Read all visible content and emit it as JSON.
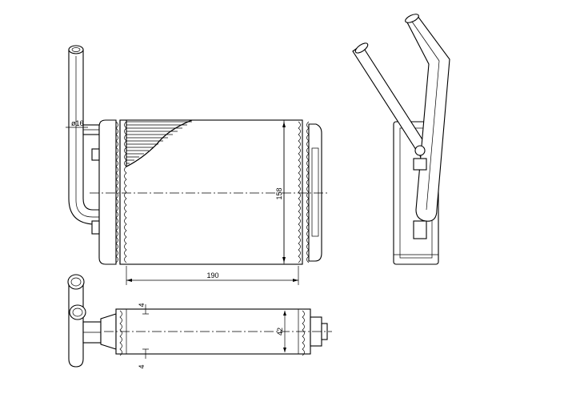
{
  "dimensions": {
    "width": "190",
    "height": "158",
    "depth": "42",
    "pipe_diameter": "ø16",
    "offset_top": "4",
    "offset_bottom": "4"
  }
}
